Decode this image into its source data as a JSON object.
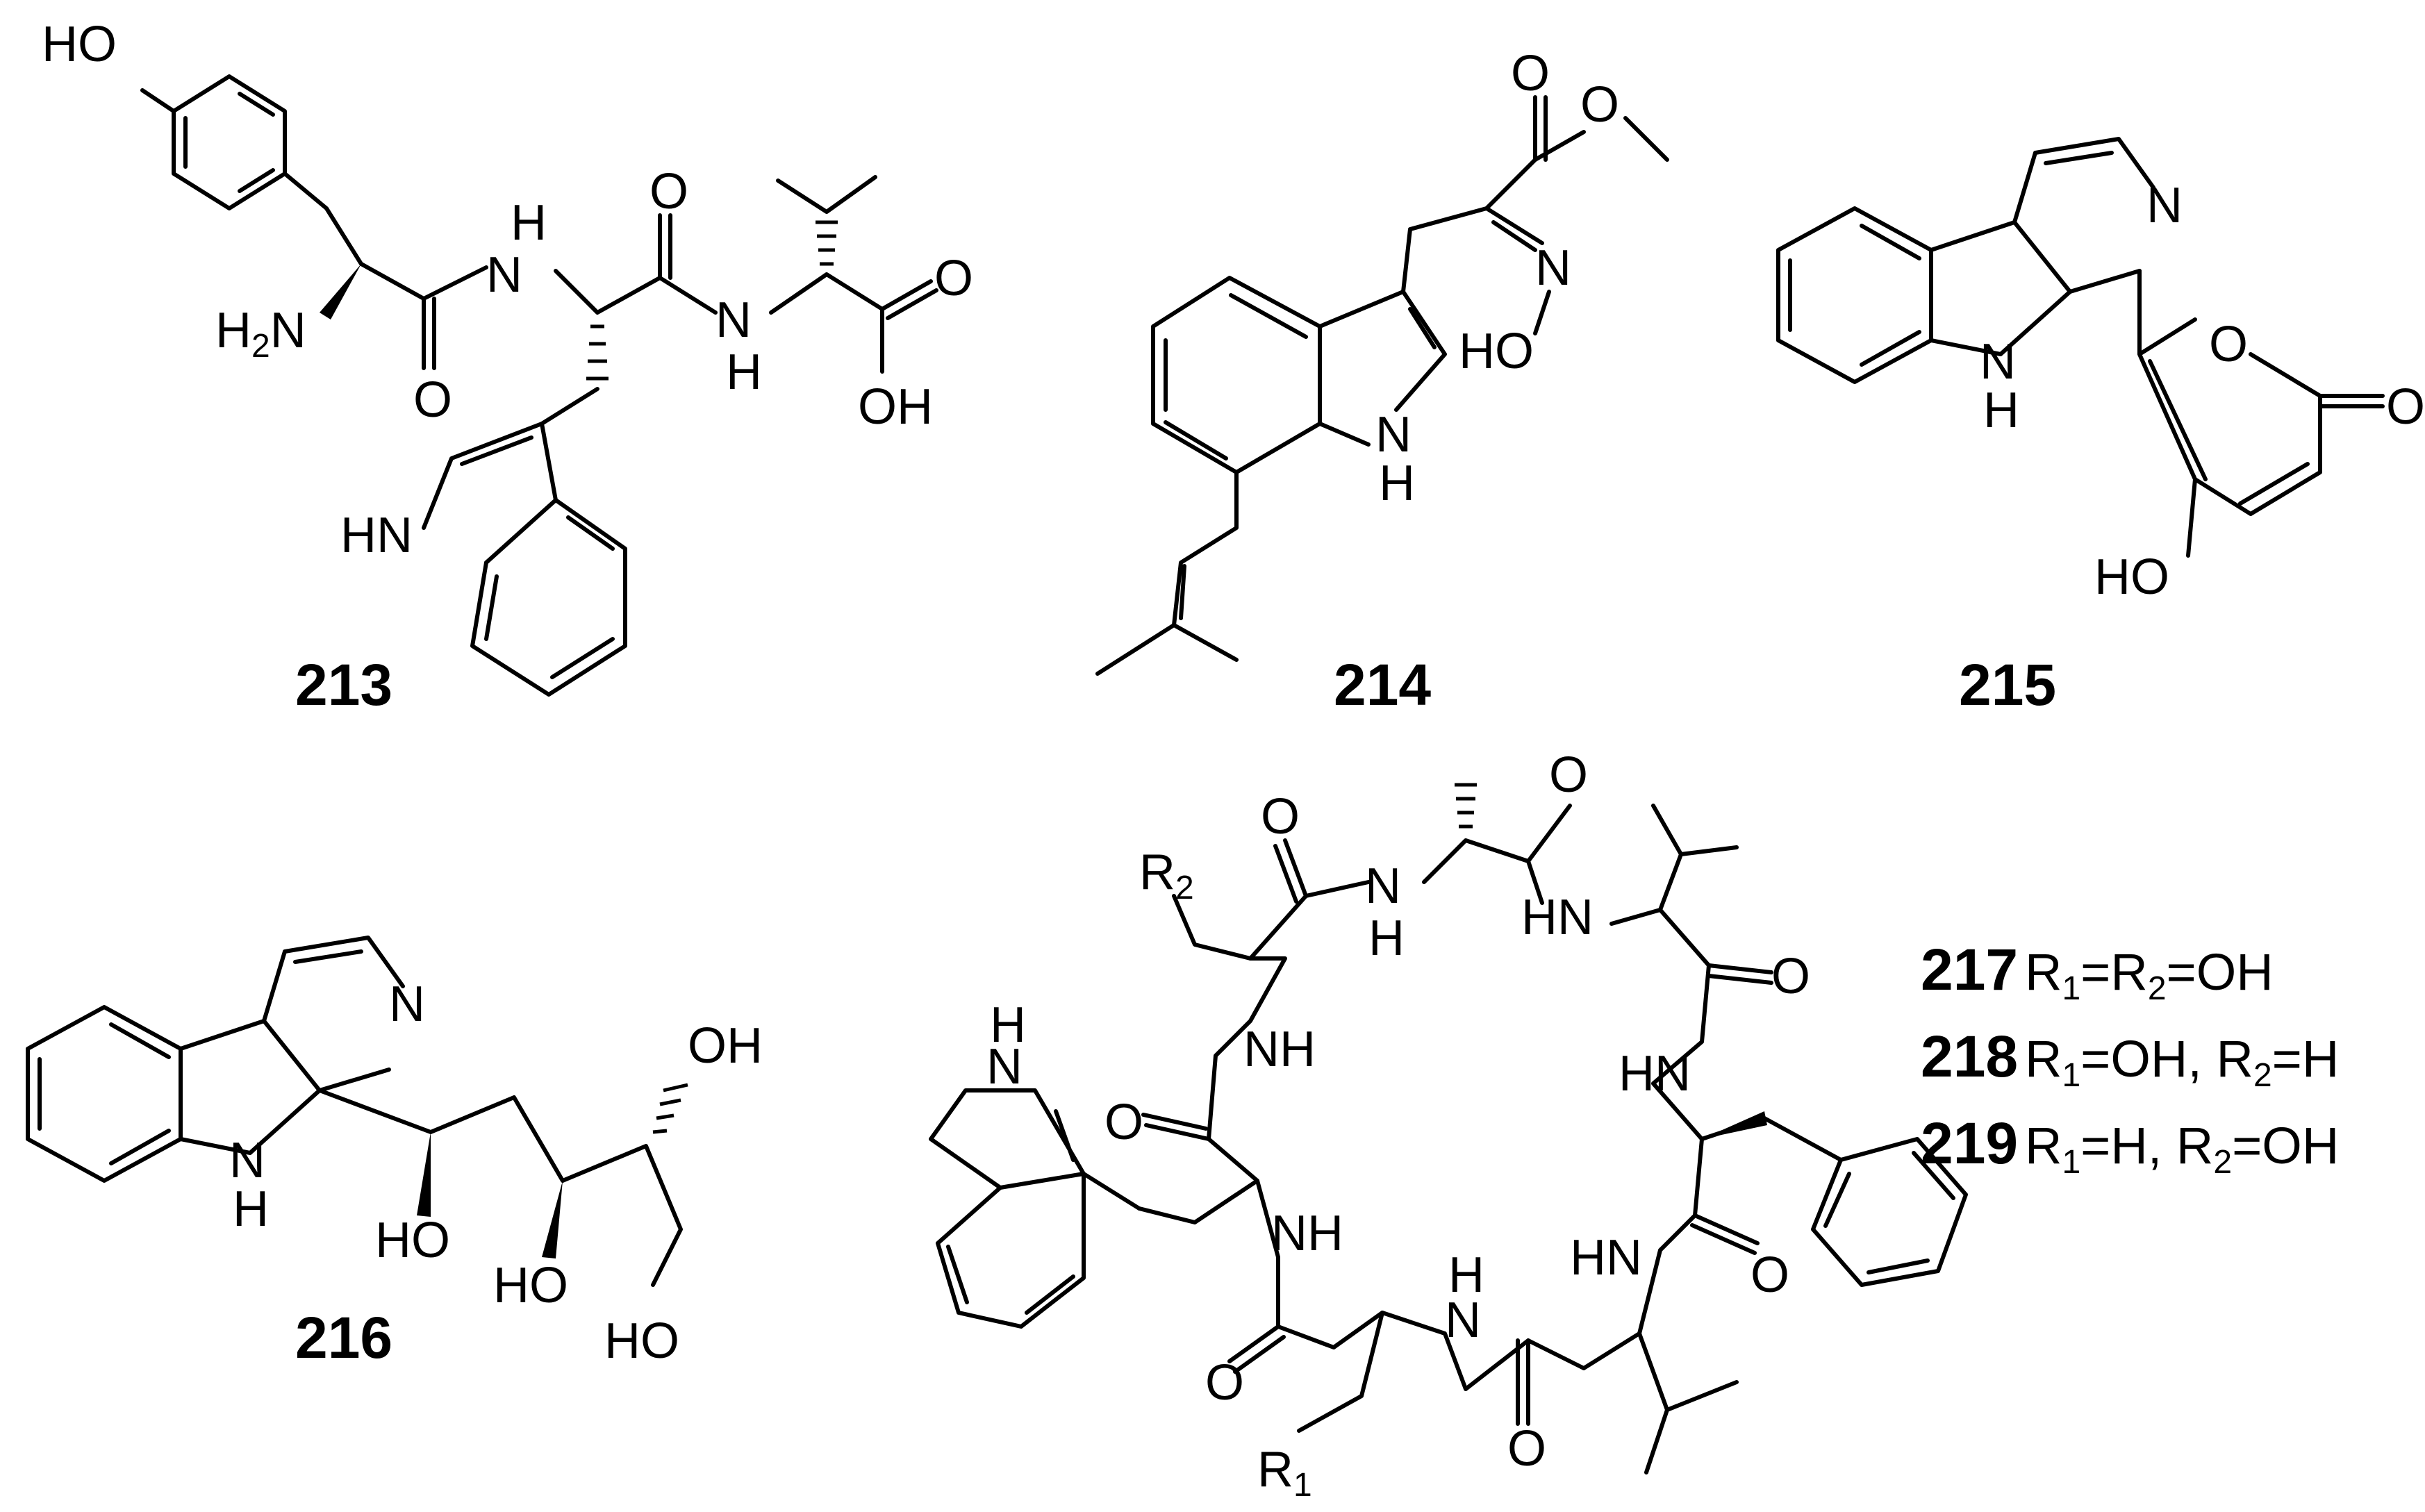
{
  "colors": {
    "background": "#ffffff",
    "ink": "#000000"
  },
  "compounds": [
    {
      "id": "213"
    },
    {
      "id": "214"
    },
    {
      "id": "215"
    },
    {
      "id": "216"
    }
  ],
  "macrocycle": {
    "legend": [
      {
        "id": "217",
        "text": "R1=R2=OH"
      },
      {
        "id": "218",
        "text": "R1=OH, R2=H"
      },
      {
        "id": "219",
        "text": "R1=H, R2=OH"
      }
    ]
  },
  "atom_labels": {
    "HO": "HO",
    "OH": "OH",
    "O": "O",
    "N": "N",
    "H": "H",
    "NH": "NH",
    "HN": "HN",
    "H2N": "H2N",
    "HO_oxime": "HO",
    "R1": "R1",
    "R2": "R2"
  }
}
